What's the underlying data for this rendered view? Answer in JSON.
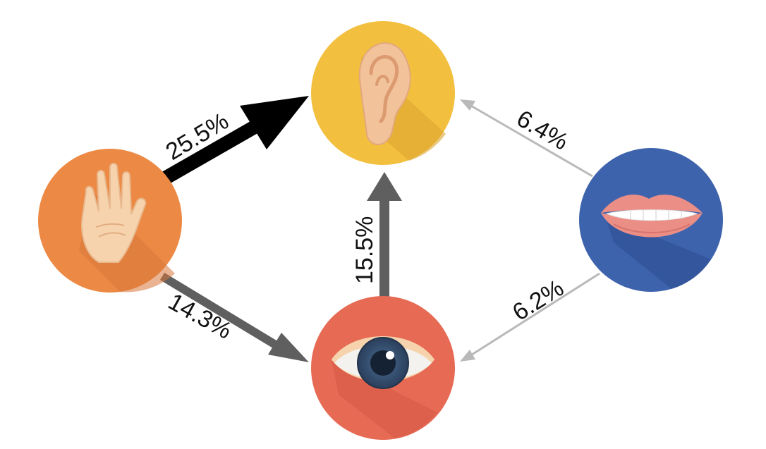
{
  "nodes": {
    "touch": {
      "label": "hand-icon",
      "color": "#ec8a45"
    },
    "hearing": {
      "label": "ear-icon",
      "color": "#f2bf3e"
    },
    "sight": {
      "label": "eye-icon",
      "color": "#e76a55"
    },
    "taste": {
      "label": "mouth-icon",
      "color": "#3e63ad"
    }
  },
  "edges": {
    "touch_to_hearing": {
      "value": "25.5%",
      "color": "#000000"
    },
    "touch_to_sight": {
      "value": "14.3%",
      "color": "#5f5f5f"
    },
    "sight_to_hearing": {
      "value": "15.5%",
      "color": "#5f5f5f"
    },
    "taste_to_hearing": {
      "value": "6.4%",
      "color": "#b9b9b9"
    },
    "taste_to_sight": {
      "value": "6.2%",
      "color": "#b9b9b9"
    }
  }
}
